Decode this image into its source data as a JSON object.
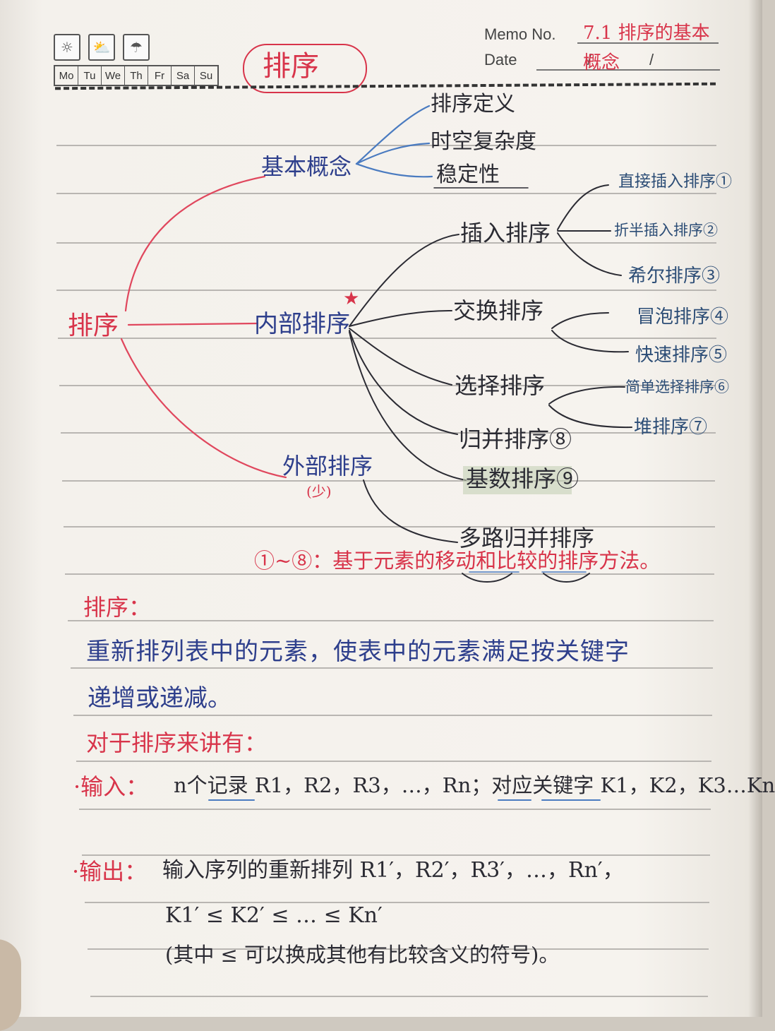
{
  "header": {
    "weather_icons": [
      "sun-icon",
      "partly-cloudy-icon",
      "rain-cloud-icon"
    ],
    "days": [
      "Mo",
      "Tu",
      "We",
      "Th",
      "Fr",
      "Sa",
      "Su"
    ],
    "title": "排序",
    "memo_label": "Memo No.",
    "memo_value": "7.1 排序的基本概念",
    "date_label": "Date",
    "date_sep1": "/",
    "date_sep2": "/"
  },
  "mindmap": {
    "root": "排序",
    "basic": {
      "label": "基本概念",
      "children": [
        "排序定义",
        "时空复杂度",
        "稳定性"
      ]
    },
    "internal": {
      "label": "内部排序",
      "mark": "★",
      "insert": {
        "label": "插入排序",
        "children": [
          "直接插入排序①",
          "折半插入排序②",
          "希尔排序③"
        ]
      },
      "exchange": {
        "label": "交换排序",
        "children": [
          "冒泡排序④",
          "快速排序⑤"
        ]
      },
      "select": {
        "label": "选择排序",
        "children": [
          "简单选择排序⑥",
          "堆排序⑦"
        ]
      },
      "merge": "归并排序⑧",
      "radix": "基数排序⑨"
    },
    "external": {
      "label": "外部排序",
      "note": "(少)",
      "children": [
        "多路归并排序"
      ]
    },
    "footnote": "①~⑧：基于元素的移动和比较的排序方法。"
  },
  "notes": {
    "heading": "排序：",
    "def_line1": "重新排列表中的元素，使表中的元素满足按关键字",
    "def_line2": "递增或递减。",
    "sub_heading": "对于排序来讲有：",
    "input_label": "·输入：",
    "input_text": "n个记录 R1，R2，R3，…，Rn；对应关键字 K1，K2，K3…Kn",
    "output_label": "·输出：",
    "output_text": "输入序列的重新排列 R1′，R2′，R3′，…，Rn′，",
    "output_line2": "K1′ ≤ K2′ ≤ … ≤ Kn′",
    "output_line3": "(其中 ≤ 可以换成其他有比较含义的符号)。"
  }
}
